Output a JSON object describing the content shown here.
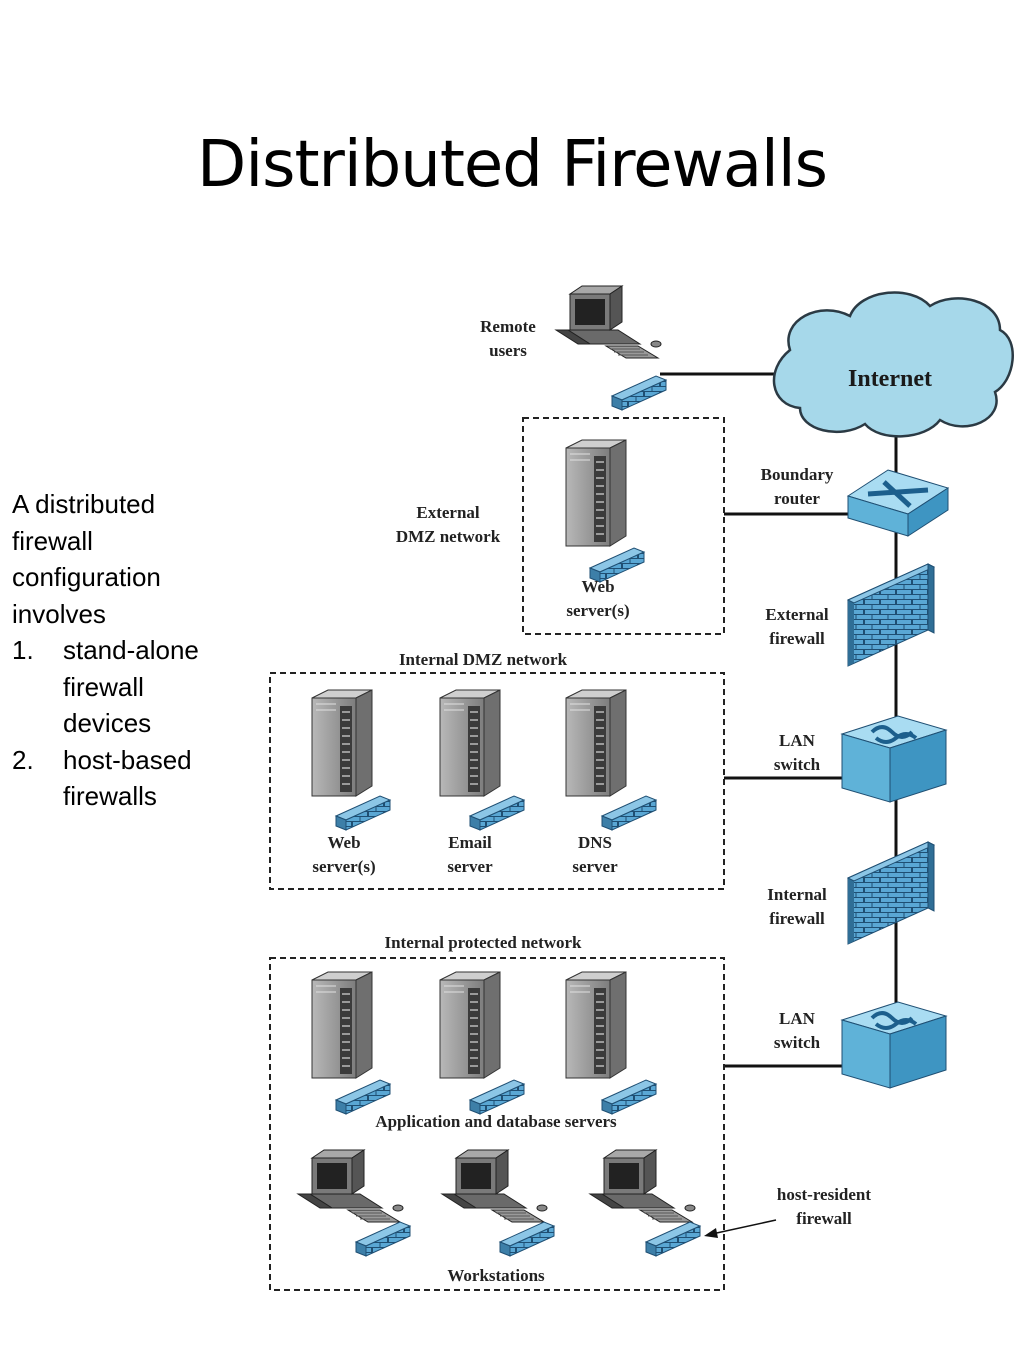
{
  "title": "Distributed Firewalls",
  "intro": {
    "lead_lines": [
      "A distributed",
      "firewall",
      "configuration",
      "involves"
    ],
    "items": [
      {
        "num": "1.",
        "lines": [
          "stand-alone",
          "firewall",
          "devices"
        ]
      },
      {
        "num": "2.",
        "lines": [
          "host-based",
          "firewalls"
        ]
      }
    ]
  },
  "diagram": {
    "internet": "Internet",
    "remote_users": [
      "Remote",
      "users"
    ],
    "boundary_router": [
      "Boundary",
      "router"
    ],
    "external_firewall": [
      "External",
      "firewall"
    ],
    "lan_switch_1": [
      "LAN",
      "switch"
    ],
    "internal_firewall": [
      "Internal",
      "firewall"
    ],
    "lan_switch_2": [
      "LAN",
      "switch"
    ],
    "external_dmz": {
      "label": [
        "External",
        "DMZ network"
      ],
      "web_server": [
        "Web",
        "server(s)"
      ]
    },
    "internal_dmz": {
      "label": "Internal DMZ network",
      "servers": [
        [
          "Web",
          "server(s)"
        ],
        [
          "Email",
          "server"
        ],
        [
          "DNS",
          "server"
        ]
      ]
    },
    "protected": {
      "label": "Internal protected network",
      "servers_label": "Application and database servers",
      "workstations_label": "Workstations"
    },
    "host_resident": [
      "host-resident",
      "firewall"
    ]
  },
  "colors": {
    "cloud": "#a6d8ea",
    "firewall_blue": "#5aa7d4",
    "switch_blue": "#6ec0e3",
    "server_gray": "#9a9a9a"
  }
}
